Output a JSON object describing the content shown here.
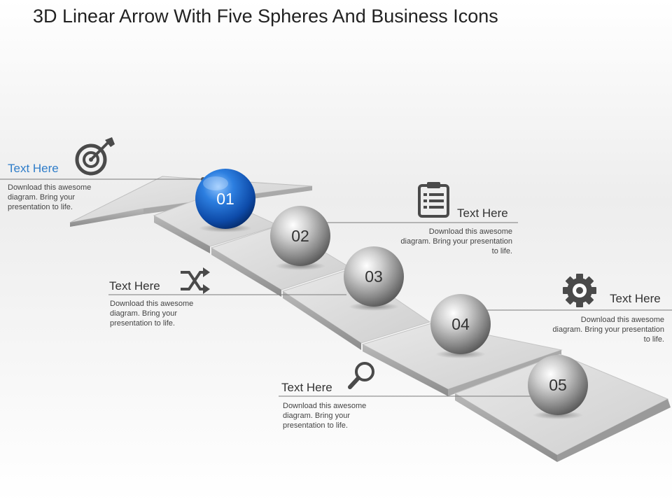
{
  "title": "3D Linear Arrow With Five Spheres And Business Icons",
  "steps": [
    {
      "number": "01",
      "heading": "Text Here",
      "body": "Download this awesome diagram. Bring your presentation to life.",
      "icon": "target-icon",
      "color": "#1d5fb5"
    },
    {
      "number": "02",
      "heading": "Text Here",
      "body": "Download this awesome diagram. Bring your presentation to life.",
      "icon": "clipboard-icon",
      "color": "#9a9a9a"
    },
    {
      "number": "03",
      "heading": "Text Here",
      "body": "Download this awesome diagram. Bring your presentation to life.",
      "icon": "shuffle-icon",
      "color": "#9a9a9a"
    },
    {
      "number": "04",
      "heading": "Text Here",
      "body": "Download this awesome diagram. Bring your presentation to life.",
      "icon": "gear-icon",
      "color": "#9a9a9a"
    },
    {
      "number": "05",
      "heading": "Text Here",
      "body": "Download this awesome diagram. Bring your presentation to life.",
      "icon": "magnifier-icon",
      "color": "#9a9a9a"
    }
  ],
  "colors": {
    "accent": "#2f7dc9",
    "icon": "#4a4a4a",
    "arrow_top": "#d9d9d9"
  }
}
